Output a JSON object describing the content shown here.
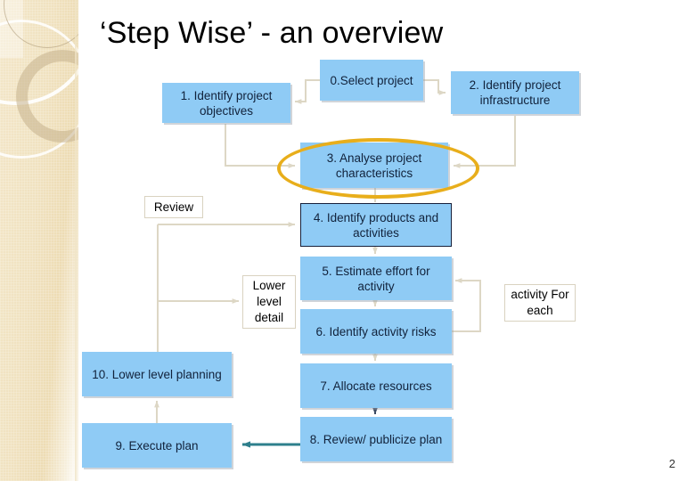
{
  "slide": {
    "title": "‘Step Wise’ - an overview",
    "page_number": "2",
    "background_color": "#ffffff",
    "node_fill_color": "#8FCBF5",
    "node_text_color": "#11223b",
    "highlight_ellipse_color": "#E8AE1B",
    "connector_color": "#ddd7c5",
    "teal_connector_color": "#2e7f8c",
    "deco_band_color": "#f0e2c0"
  },
  "nodes": [
    {
      "id": "n0",
      "label": "0.Select project"
    },
    {
      "id": "n1",
      "label": "1. Identify project objectives"
    },
    {
      "id": "n2",
      "label": "2. Identify project infrastructure"
    },
    {
      "id": "n3",
      "label": "3. Analyse project characteristics"
    },
    {
      "id": "n4",
      "label": "4. Identify products and activities"
    },
    {
      "id": "n5",
      "label": "5. Estimate effort for activity"
    },
    {
      "id": "n6",
      "label": "6. Identify activity risks"
    },
    {
      "id": "n7",
      "label": "7. Allocate resources"
    },
    {
      "id": "n8",
      "label": "8. Review/ publicize plan"
    },
    {
      "id": "n9",
      "label": "9. Execute plan"
    },
    {
      "id": "n10",
      "label": "10. Lower level planning"
    }
  ],
  "annotations": [
    {
      "id": "a_review",
      "label": "Review"
    },
    {
      "id": "a_lower",
      "label": "Lower level detail"
    },
    {
      "id": "a_each",
      "label": "activity For each"
    }
  ]
}
